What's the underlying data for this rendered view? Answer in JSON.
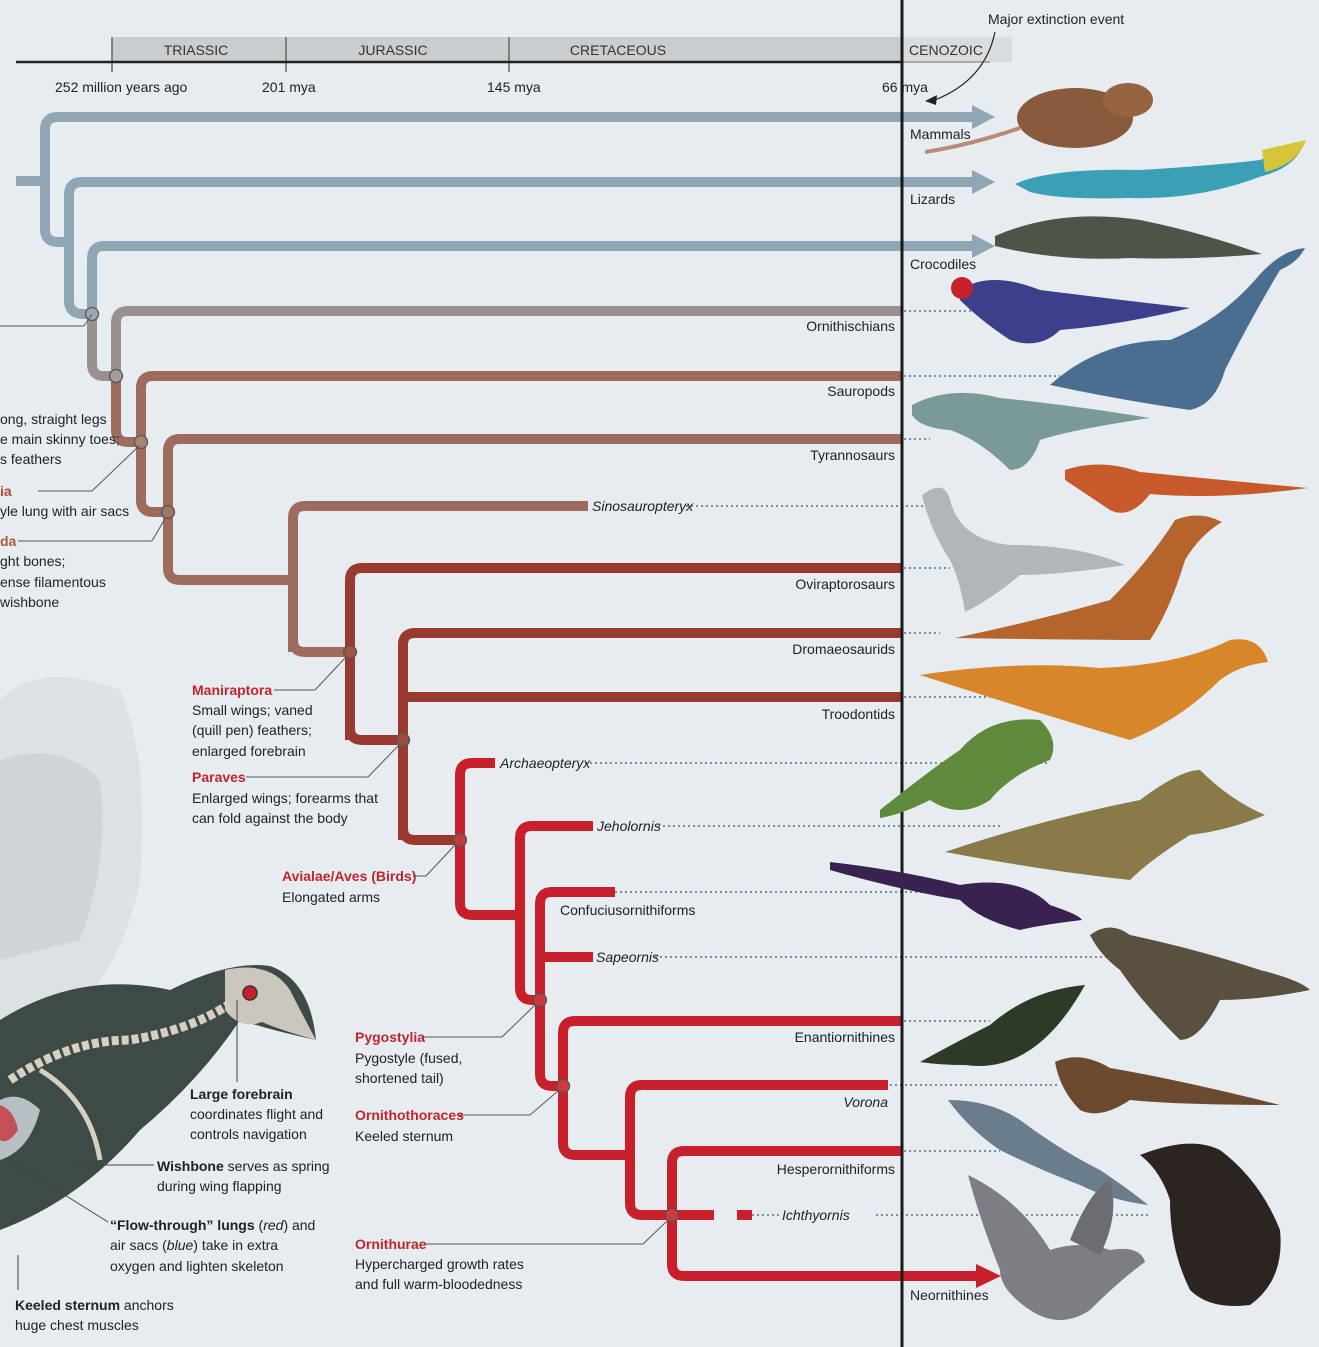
{
  "eras": [
    "TRIASSIC",
    "JURASSIC",
    "CRETACEOUS",
    "CENOZOIC"
  ],
  "ticks": [
    "252 million years ago",
    "201 mya",
    "145 mya",
    "66 mya"
  ],
  "extinction_label": "Major extinction event",
  "clades": {
    "mammals": "Mammals",
    "lizards": "Lizards",
    "crocodiles": "Crocodiles",
    "ornithischians": "Ornithischians",
    "sauropods": "Sauropods",
    "tyrannosaurs": "Tyrannosaurs",
    "sinosauropteryx": "Sinosauropteryx",
    "oviraptorosaurs": "Oviraptorosaurs",
    "dromaeosaurids": "Dromaeosaurids",
    "troodontids": "Troodontids",
    "archaeopteryx": "Archaeopteryx",
    "jeholornis": "Jeholornis",
    "confuciusornithiforms": "Confuciusornithiforms",
    "sapeornis": "Sapeornis",
    "enantiornithines": "Enantiornithines",
    "vorona": "Vorona",
    "hesperornithiforms": "Hesperornithiforms",
    "ichthyornis": "Ichthyornis",
    "neornithines": "Neornithines"
  },
  "left_notes": {
    "l1": "ong, straight legs",
    "l2": "e main skinny toes;",
    "l3": "s feathers",
    "l4": "ia",
    "l5": "yle lung with air sacs",
    "l6": "da",
    "l7": "ght bones;",
    "l8": "ense filamentous",
    "l9": "wishbone"
  },
  "nodes": {
    "maniraptora": {
      "title": "Maniraptora",
      "lines": [
        "Small wings; vaned",
        "(quill pen) feathers;",
        "enlarged forebrain"
      ]
    },
    "paraves": {
      "title": "Paraves",
      "lines": [
        "Enlarged wings; forearms that",
        "can fold against the body"
      ]
    },
    "avialae": {
      "title": "Avialae/Aves (Birds)",
      "lines": [
        "Elongated arms"
      ]
    },
    "pygostylia": {
      "title": "Pygostylia",
      "lines": [
        "Pygostyle (fused,",
        "shortened tail)"
      ]
    },
    "ornithothoraces": {
      "title": "Ornithothoraces",
      "lines": [
        "Keeled sternum"
      ]
    },
    "ornithurae": {
      "title": "Ornithurae",
      "lines": [
        "Hypercharged growth rates",
        "and full warm-bloodedness"
      ]
    }
  },
  "anatomy": {
    "forebrain": {
      "title": "Large forebrain",
      "lines": [
        "coordinates flight and",
        "controls navigation"
      ]
    },
    "wishbone": {
      "title": "Wishbone",
      "rest": " serves as spring",
      "line2": "during wing flapping"
    },
    "lungs": {
      "title": "“Flow-through” lungs",
      "a": " (",
      "red": "red",
      "b": ") and",
      "c": "air sacs (",
      "blue": "blue",
      "d": ") take in extra",
      "line3": "oxygen and lighten skeleton"
    },
    "sternum": {
      "title": "Keeled sternum",
      "rest": " anchors",
      "line2": "huge chest muscles"
    }
  },
  "colors": {
    "background": "#e6ecf0",
    "blue_gray": "#8fa6b4",
    "gray": "#9b9090",
    "brown": "#9e6b5f",
    "rust": "#9a3a2e",
    "red": "#c8202b",
    "timeline_band": "#c9cdd0",
    "extinction_line": "#1a1a1a"
  }
}
